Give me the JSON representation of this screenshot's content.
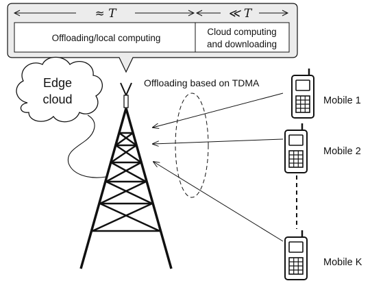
{
  "callout": {
    "duration_long": "≈ T",
    "duration_short": "≪ T",
    "phase_offload": "Offloading/local computing",
    "phase_cloud_line1": "Cloud computing",
    "phase_cloud_line2": "and downloading"
  },
  "edge_cloud": {
    "line1": "Edge",
    "line2": "cloud"
  },
  "uplink_label": "Offloading based on TDMA",
  "mobiles": [
    {
      "label": "Mobile 1"
    },
    {
      "label": "Mobile 2"
    },
    {
      "label": "Mobile K"
    }
  ],
  "colors": {
    "callout_fill": "#ececec",
    "stroke": "#111111",
    "background": "#ffffff"
  }
}
